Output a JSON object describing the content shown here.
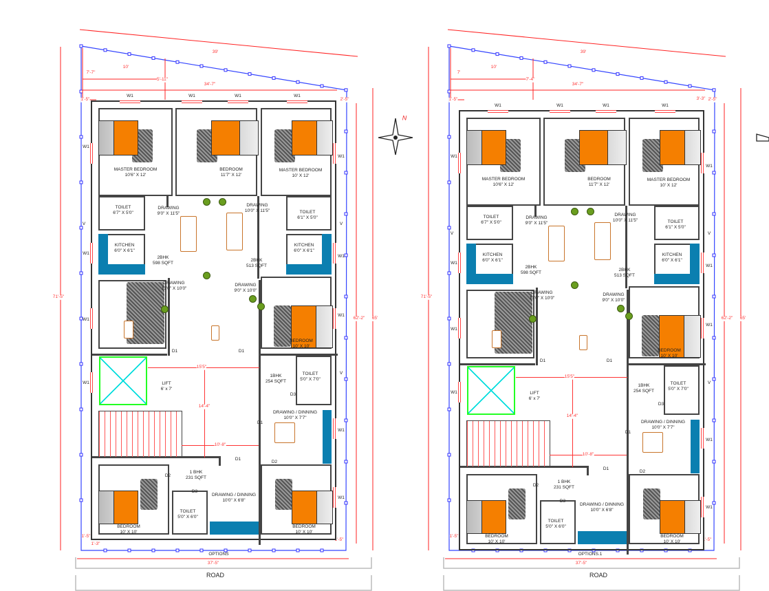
{
  "compass": {
    "north_label": "N"
  },
  "common": {
    "window_label": "W1",
    "vent_label": "V",
    "road_label": "ROAD"
  },
  "plans": [
    {
      "title": "OPTIONS",
      "rooms": {
        "master_bedroom_1": {
          "name": "MASTER BEDROOM",
          "size": "10'6\" X 12'"
        },
        "bedroom_top": {
          "name": "BEDROOM",
          "size": "11'7\" X 12'"
        },
        "master_bedroom_2": {
          "name": "MASTER BEDROOM",
          "size": "10' X 12'"
        },
        "toilet_left": {
          "name": "TOILET",
          "size": "6'7\" X 5'0\""
        },
        "drawing_left": {
          "name": "DRAWING",
          "size": "9'0\" X 11'5\""
        },
        "drawing_mid": {
          "name": "DRAWING",
          "size": "10'0\" X 11'5\""
        },
        "toilet_right": {
          "name": "TOILET",
          "size": "6'1\" X 5'0\""
        },
        "kitchen_left": {
          "name": "KITCHEN",
          "size": "6'0\" X 6'1\""
        },
        "kitchen_right": {
          "name": "KITCHEN",
          "size": "6'0\" X 6'1\""
        },
        "unit_2bhk_left": {
          "name": "2BHK",
          "size": "598 SQFT"
        },
        "unit_2bhk_right": {
          "name": "2BHK",
          "size": "513 SQFT"
        },
        "drawing_living": {
          "name": "DRAWING",
          "size": "13'0\" X 10'0\""
        },
        "drawing_small": {
          "name": "DRAWING",
          "size": "9'0\" X 10'0\""
        },
        "bedroom_right": {
          "name": "BEDROOM",
          "size": "10' X 10'"
        },
        "lift": {
          "name": "LIFT",
          "size": "6' x 7'"
        },
        "unit_1bhk_right": {
          "name": "1BHK",
          "size": "254 SQFT"
        },
        "toilet_1bhk_right": {
          "name": "TOILET",
          "size": "5'0\" X 7'0\""
        },
        "dining_right": {
          "name": "DRAWING / DINNING",
          "size": "10'0\" X 7'7\""
        },
        "unit_1bhk_left": {
          "name": "1 BHK",
          "size": "231 SQFT"
        },
        "toilet_1bhk_left": {
          "name": "TOILET",
          "size": "5'0\" X 6'0\""
        },
        "dining_left": {
          "name": "DRAWING / DINNING",
          "size": "10'0\" X 6'8\""
        },
        "bedroom_lower_left": {
          "name": "BEDROOM",
          "size": "10' X 10'"
        },
        "bedroom_lower_right": {
          "name": "BEDROOM",
          "size": "10' X 10'"
        }
      },
      "doors": {
        "d1_a": "D1",
        "d1_b": "D1",
        "d3_a": "D3",
        "d1_c": "D1",
        "d1_d": "D1",
        "d2_a": "D2",
        "d2_b": "D2",
        "d3_b": "D3"
      },
      "dims": {
        "top": "39'",
        "front": "10'",
        "left_setback": "7'-7\"",
        "mid_setback": "5'-11\"",
        "right_setback": null,
        "width": "34'-7\"",
        "side_left": "1'-5\"",
        "side_right": "2'-5\"",
        "depth_total": "71'-5\"",
        "depth_right_1": "62'-2\"",
        "depth_right_2": "65'",
        "bottom_left": "1'-5\"",
        "bottom_left_2": "1'-3\"",
        "bottom_right": "1'-5\"",
        "plot_width": "37'-5\"",
        "lobby_width": "15'5\"",
        "lobby_depth": "14'-4\"",
        "stair_width": "10'-8\""
      }
    },
    {
      "title": "OPTIONS.1",
      "rooms": {
        "master_bedroom_1": {
          "name": "MASTER BEDROOM",
          "size": "10'6\" X 12'"
        },
        "bedroom_top": {
          "name": "BEDROOM",
          "size": "11'7\" X 12'"
        },
        "master_bedroom_2": {
          "name": "MASTER BEDROOM",
          "size": "10' X 12'"
        },
        "toilet_left": {
          "name": "TOILET",
          "size": "6'7\" X 5'0\""
        },
        "drawing_left": {
          "name": "DRAWING",
          "size": "9'0\" X 11'5\""
        },
        "drawing_mid": {
          "name": "DRAWING",
          "size": "10'0\" X 11'5\""
        },
        "toilet_right": {
          "name": "TOILET",
          "size": "6'1\" X 5'0\""
        },
        "kitchen_left": {
          "name": "KITCHEN",
          "size": "6'0\" X 6'1\""
        },
        "kitchen_right": {
          "name": "KITCHEN",
          "size": "6'0\" X 6'1\""
        },
        "unit_2bhk_left": {
          "name": "2BHK",
          "size": "598 SQFT"
        },
        "unit_2bhk_right": {
          "name": "2BHK",
          "size": "513 SQFT"
        },
        "drawing_living": {
          "name": "DRAWING",
          "size": "13'0\" X 10'0\""
        },
        "drawing_small": {
          "name": "DRAWING",
          "size": "9'0\" X 10'0\""
        },
        "bedroom_right": {
          "name": "BEDROOM",
          "size": "10' X 10'"
        },
        "lift": {
          "name": "LIFT",
          "size": "6' x 7'"
        },
        "unit_1bhk_right": {
          "name": "1BHK",
          "size": "254 SQFT"
        },
        "toilet_1bhk_right": {
          "name": "TOILET",
          "size": "5'0\" X 7'0\""
        },
        "dining_right": {
          "name": "DRAWING / DINNING",
          "size": "10'0\" X 7'7\""
        },
        "unit_1bhk_left": {
          "name": "1 BHK",
          "size": "231 SQFT"
        },
        "toilet_1bhk_left": {
          "name": "TOILET",
          "size": "5'0\" X 6'0\""
        },
        "dining_left": {
          "name": "DRAWING / DINNING",
          "size": "10'0\" X 6'8\""
        },
        "bedroom_lower_left": {
          "name": "BEDROOM",
          "size": "10' X 10'"
        },
        "bedroom_lower_right": {
          "name": "BEDROOM",
          "size": "10' X 10'"
        }
      },
      "doors": {
        "d1_a": "D1",
        "d1_b": "D1",
        "d3_a": "D3",
        "d1_c": "D1",
        "d1_d": "D1",
        "d2_a": "D2",
        "d2_b": "D2",
        "d3_b": "D3"
      },
      "dims": {
        "top": "39'",
        "front": "10'",
        "left_setback": "7'",
        "mid_setback": "7'-4\"",
        "right_setback": "3'-3\"",
        "width": "34'-7\"",
        "side_left": "1'-5\"",
        "side_right": "2'-5\"",
        "depth_total": "71'-5\"",
        "depth_right_1": "62'-2\"",
        "depth_right_2": "65'",
        "bottom_left": "1'-5\"",
        "bottom_left_2": null,
        "bottom_right": "1'-5\"",
        "plot_width": "37'-5\"",
        "lobby_width": "15'5\"",
        "lobby_depth": "14'-4\"",
        "stair_width": "10'-8\""
      }
    }
  ]
}
